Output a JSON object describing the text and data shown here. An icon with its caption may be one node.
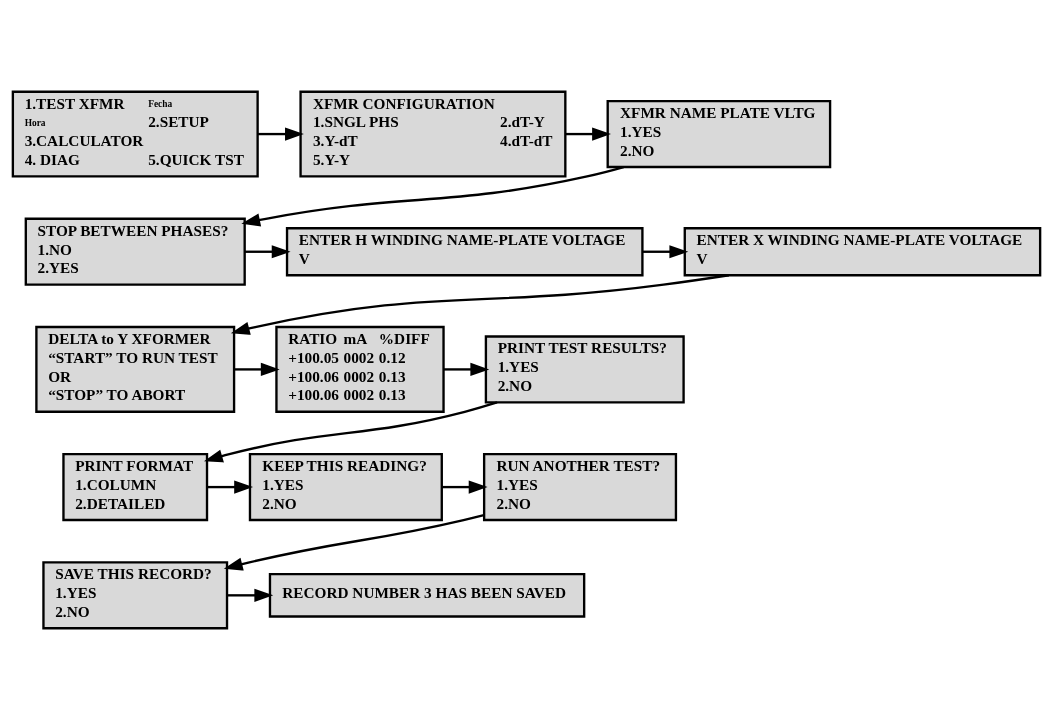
{
  "diagram": {
    "nodes": [
      {
        "text": [
          "1.TEST XFMR",
          "Fecha",
          "Hora",
          "2.SETUP",
          "3.CALCULATOR",
          "4. DIAG",
          "5.QUICK TST"
        ]
      },
      {
        "text": [
          "XFMR CONFIGURATION",
          "1.SNGL PHS",
          "2.dT-Y",
          "3.Y-dT",
          "4.dT-dT",
          "5.Y-Y"
        ]
      },
      {
        "text": [
          "XFMR NAME PLATE VLTG",
          "1.YES",
          "2.NO"
        ]
      },
      {
        "text": [
          "STOP BETWEEN PHASES?",
          "1.NO",
          "2.YES"
        ]
      },
      {
        "text": [
          "ENTER H WINDING NAME-PLATE VOLTAGE",
          "V"
        ]
      },
      {
        "text": [
          "ENTER X WINDING NAME-PLATE VOLTAGE",
          "V"
        ]
      },
      {
        "text": [
          "DELTA to Y XFORMER",
          "“START” TO RUN TEST",
          "OR",
          "“STOP” TO ABORT"
        ]
      },
      {
        "text": [
          "RATIO",
          "mA",
          "%DIFF",
          "+100.05",
          "0002",
          "0.12",
          "+100.06",
          "0002",
          "0.13",
          "+100.06",
          "0002",
          "0.13"
        ]
      },
      {
        "text": [
          "PRINT TEST RESULTS?",
          "1.YES",
          "2.NO"
        ]
      },
      {
        "text": [
          "PRINT FORMAT",
          "1.COLUMN",
          "2.DETAILED"
        ]
      },
      {
        "text": [
          "KEEP THIS READING?",
          "1.YES",
          "2.NO"
        ]
      },
      {
        "text": [
          "RUN ANOTHER TEST?",
          "1.YES",
          "2.NO"
        ]
      },
      {
        "text": [
          "SAVE THIS RECORD?",
          "1.YES",
          "2.NO"
        ]
      },
      {
        "text": [
          "RECORD NUMBER 3 HAS BEEN SAVED"
        ]
      }
    ],
    "edges": [
      {
        "from": 0,
        "to": 1,
        "arrow": "to"
      },
      {
        "from": 1,
        "to": 2,
        "arrow": "to"
      },
      {
        "from": 2,
        "to": 3,
        "arrow": "to"
      },
      {
        "from": 3,
        "to": 4,
        "arrow": "to"
      },
      {
        "from": 4,
        "to": 5,
        "arrow": "to"
      },
      {
        "from": 5,
        "to": 6,
        "arrow": "to"
      },
      {
        "from": 6,
        "to": 7,
        "arrow": "to"
      },
      {
        "from": 7,
        "to": 8,
        "arrow": "to"
      },
      {
        "from": 8,
        "to": 9,
        "arrow": "to"
      },
      {
        "from": 9,
        "to": 10,
        "arrow": "to"
      },
      {
        "from": 10,
        "to": 11,
        "arrow": "to"
      },
      {
        "from": 11,
        "to": 12,
        "arrow": "to"
      },
      {
        "from": 12,
        "to": 13,
        "arrow": "to"
      }
    ]
  }
}
